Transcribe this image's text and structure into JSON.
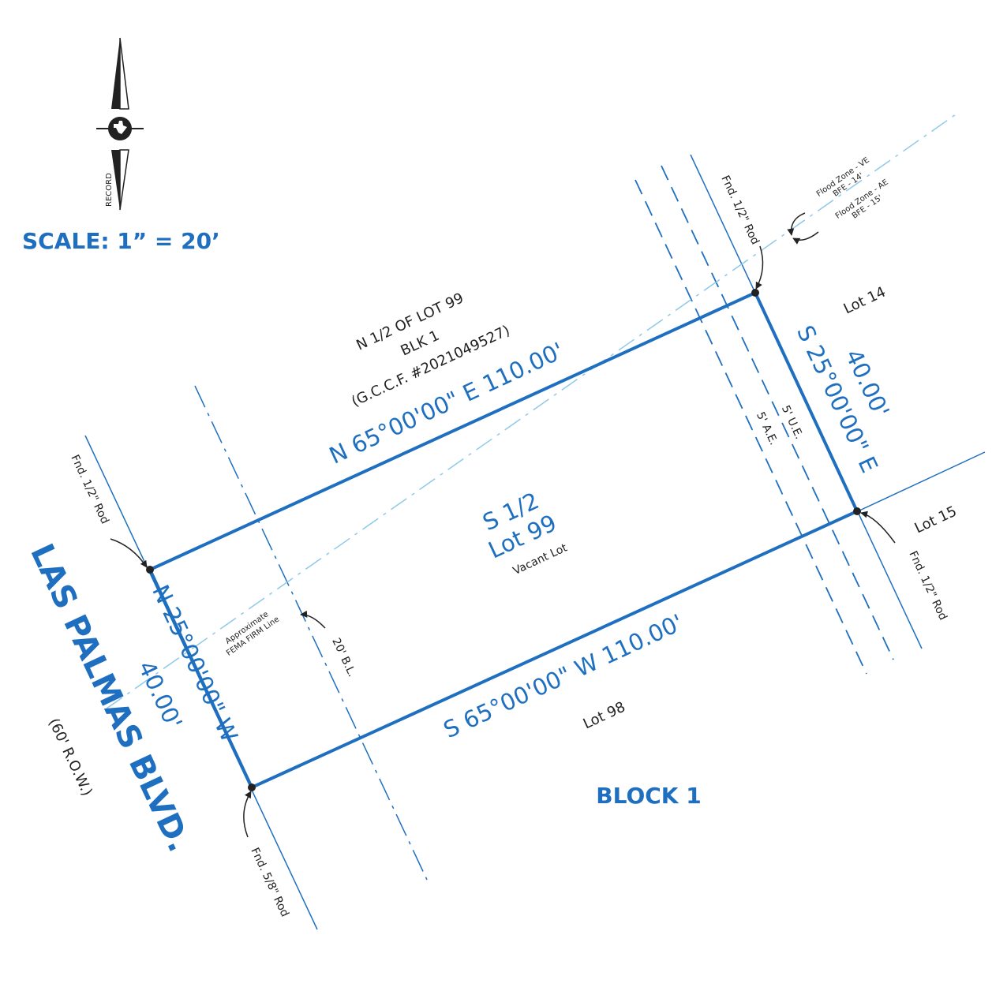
{
  "north_arrow": {
    "label": "RECORD",
    "icon": "north-arrow-texas-icon"
  },
  "scale": "SCALE:  1”  =  20’",
  "adjacent_north": {
    "line1": "N 1/2 OF LOT 99",
    "line2": "BLK 1",
    "line3": "(G.C.C.F. #2021049527)"
  },
  "bearings": {
    "north": "N 65°00'00\"  E   110.00'",
    "south": "S 65°00'00\"  W   110.00'",
    "east_bearing": "S 25°00'00\" E",
    "east_distance": "40.00'",
    "west_bearing": "N 25°00'00\" W",
    "west_distance": "40.00'"
  },
  "lot": {
    "line1": "S 1/2",
    "line2": "Lot 99",
    "line3": "Vacant Lot"
  },
  "neighbors": {
    "lot14": "Lot 14",
    "lot15": "Lot 15",
    "lot98": "Lot 98"
  },
  "block": "BLOCK 1",
  "road": {
    "name": "LAS PALMAS BLVD.",
    "row": "(60' R.O.W.)"
  },
  "monuments": {
    "nw": "Fnd. 1/2\" Rod",
    "ne": "Fnd. 1/2\" Rod",
    "se": "Fnd. 1/2\" Rod",
    "sw": "Fnd. 5/8\" Rod"
  },
  "easements": {
    "ue": "5' U.E.",
    "ae": "5' A.E.",
    "bl": "20' B.L."
  },
  "fema": {
    "line1": "Approximate",
    "line2": "FEMA FIRM Line"
  },
  "flood": {
    "ve_zone": "Flood Zone - VE",
    "ve_bfe": "BFE - 14'",
    "ae_zone": "Flood Zone - AE",
    "ae_bfe": "BFE - 15'"
  },
  "colors": {
    "line": "#1f6fc0",
    "light_line": "#8ec9ea",
    "text": "#222222"
  }
}
